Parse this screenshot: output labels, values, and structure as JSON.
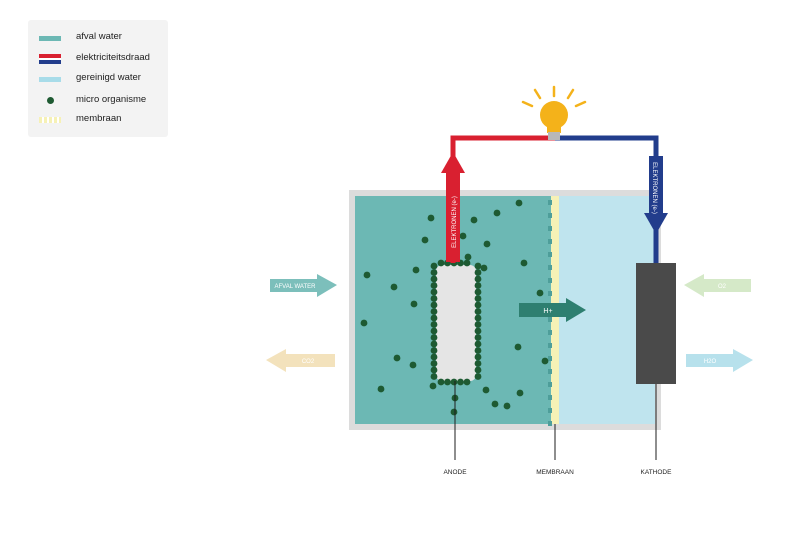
{
  "legend": {
    "items": [
      {
        "key": "water",
        "label": "afval water"
      },
      {
        "key": "wire",
        "label": "elektriciteitsdraad"
      },
      {
        "key": "clean",
        "label": "gereinigd water"
      },
      {
        "key": "organism",
        "label": "micro organisme"
      },
      {
        "key": "membrane",
        "label": "membraan"
      }
    ]
  },
  "labels": {
    "anode": "ANODE",
    "membraan": "MEMBRAAN",
    "kathode": "KATHODE",
    "electrons_up": "ELEKTRONEN (e-)",
    "electrons_down": "ELEKTRONEN (e-)",
    "h_plus": "H+",
    "afval_water": "AFVAL WATER",
    "co2": "CO2",
    "o2": "O2",
    "h2o": "H2O"
  },
  "icons": {
    "bulb": "light-bulb-icon"
  },
  "colors": {
    "waste_water": "#6cb8b4",
    "clean_water": "#bfe4ee",
    "wire_red": "#d92030",
    "wire_blue": "#223d8c",
    "organism": "#1e5a32",
    "membrane": "#f6f1b6",
    "cathode": "#4a4a4a",
    "anode": "#e5e5e5",
    "bulb": "#f4b21a",
    "proton_arrow": "#2e7f70",
    "co2_arrow": "#f3e2bc",
    "o2_arrow": "#d5e9c8",
    "h2o_arrow": "#b7e1ec",
    "afval_arrow": "#7cbfbb"
  }
}
